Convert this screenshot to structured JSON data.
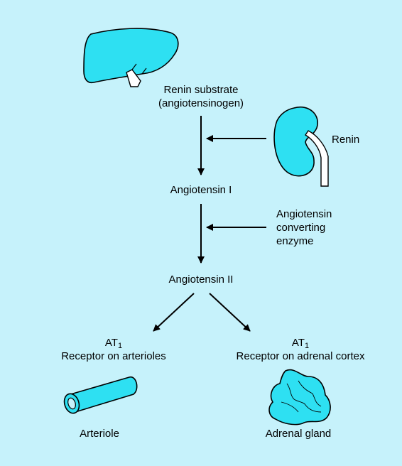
{
  "colors": {
    "background": "#c6f2fb",
    "organ_fill": "#2ee0f2",
    "stroke": "#000000"
  },
  "nodes": {
    "renin_substrate": {
      "line1": "Renin substrate",
      "line2": "(angiotensinogen)"
    },
    "renin": "Renin",
    "angiotensin_1": "Angiotensin I",
    "ace": {
      "line1": "Angiotensin",
      "line2": "converting",
      "line3": "enzyme"
    },
    "angiotensin_2": "Angiotensin II",
    "at1_arterioles": {
      "prefix": "AT",
      "subscript": "1",
      "label": "Receptor on arterioles"
    },
    "at1_adrenal": {
      "prefix": "AT",
      "subscript": "1",
      "label": "Receptor on adrenal cortex"
    },
    "arteriole": "Arteriole",
    "adrenal_gland": "Adrenal gland"
  },
  "icons": [
    "liver-icon",
    "kidney-icon",
    "arteriole-icon",
    "adrenal-gland-icon"
  ]
}
